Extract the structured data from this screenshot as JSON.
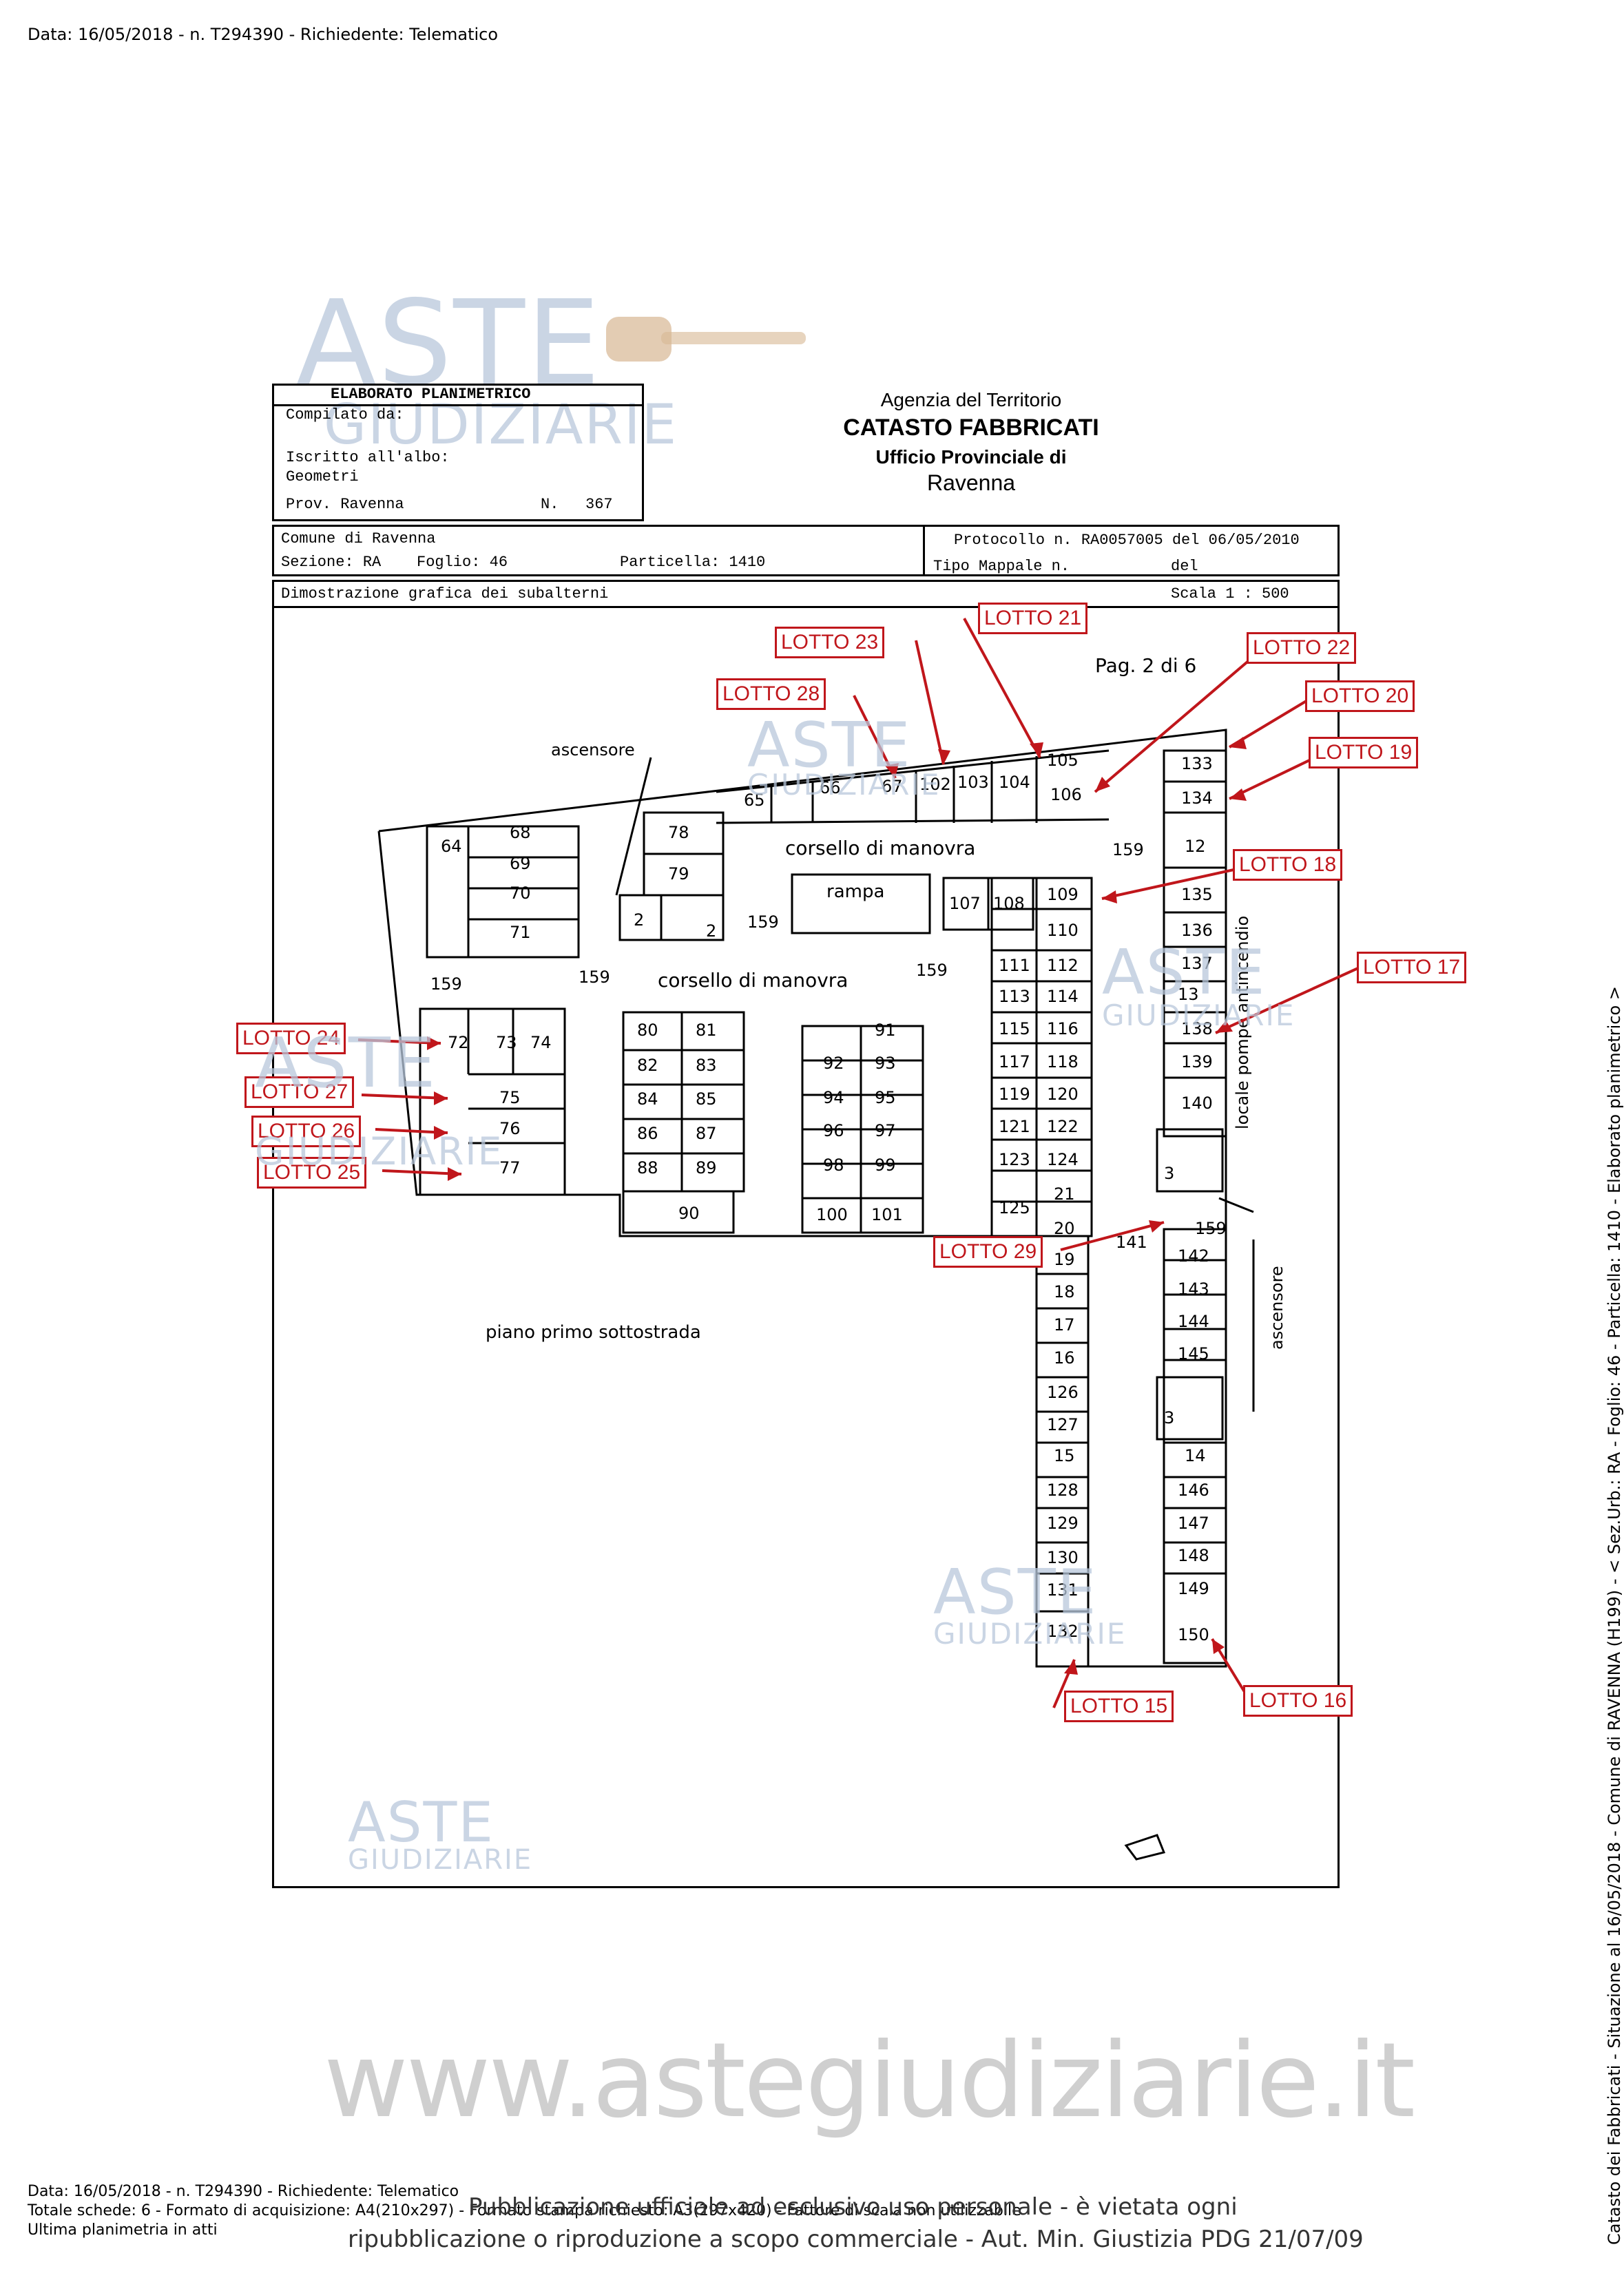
{
  "top_header": "Data: 16/05/2018 - n. T294390 - Richiedente: Telematico",
  "form": {
    "title": "ELABORATO PLANIMETRICO",
    "compiled_by": "Compilato da:",
    "registered_label": "Iscritto all'albo:",
    "registered_value": "Geometri",
    "province": "Prov. Ravenna",
    "number_label": "N.",
    "number_value": "367",
    "comune": "Comune di Ravenna",
    "sezione": "Sezione: RA",
    "foglio": "Foglio: 46",
    "particella": "Particella: 1410",
    "protocollo": "Protocollo n. RA0057005 del 06/05/2010",
    "tipo_mappale": "Tipo Mappale n.",
    "del": "del",
    "dimostrazione": "Dimostrazione grafica dei subalterni",
    "scala": "Scala 1 : 500"
  },
  "agency": {
    "line1": "Agenzia del Territorio",
    "line2": "CATASTO FABBRICATI",
    "line3": "Ufficio Provinciale di",
    "line4": "Ravenna"
  },
  "watermark": {
    "aste": "ASTE",
    "giudiziarie": "GIUDIZIARIE",
    "url": "www.astegiudiziarie.it"
  },
  "plan": {
    "page": "Pag. 2 di 6",
    "floor_label": "piano primo sottostrada",
    "corsello1": "corsello di manovra",
    "corsello2": "corsello di manovra",
    "rampa": "rampa",
    "ascensore1": "ascensore",
    "ascensore2": "ascensore",
    "locale_pompe": "locale pompe antincendio",
    "locale_pompe_num": "159",
    "units": [
      "64",
      "65",
      "66",
      "67",
      "68",
      "69",
      "70",
      "71",
      "72",
      "73",
      "74",
      "75",
      "76",
      "77",
      "78",
      "79",
      "80",
      "81",
      "82",
      "83",
      "84",
      "85",
      "86",
      "87",
      "88",
      "89",
      "90",
      "91",
      "92",
      "93",
      "94",
      "95",
      "96",
      "97",
      "98",
      "99",
      "100",
      "101",
      "102",
      "103",
      "104",
      "105",
      "106",
      "107",
      "108",
      "109",
      "110",
      "111",
      "112",
      "113",
      "114",
      "115",
      "116",
      "117",
      "118",
      "119",
      "120",
      "121",
      "122",
      "123",
      "124",
      "125",
      "12",
      "13",
      "14",
      "15",
      "16",
      "17",
      "18",
      "19",
      "20",
      "21",
      "126",
      "127",
      "128",
      "129",
      "130",
      "131",
      "132",
      "133",
      "134",
      "135",
      "136",
      "137",
      "138",
      "139",
      "140",
      "141",
      "142",
      "143",
      "144",
      "145",
      "146",
      "147",
      "148",
      "149",
      "150",
      "159",
      "159",
      "159",
      "159",
      "159",
      "159",
      "2",
      "2",
      "3",
      "3"
    ]
  },
  "lotti": [
    "LOTTO 21",
    "LOTTO 23",
    "LOTTO 22",
    "LOTTO 28",
    "LOTTO 20",
    "LOTTO 19",
    "LOTTO 18",
    "LOTTO 17",
    "LOTTO 24",
    "LOTTO 27",
    "LOTTO 26",
    "LOTTO 25",
    "LOTTO 29",
    "LOTTO 15",
    "LOTTO 16"
  ],
  "sidebar": "Catasto dei Fabbricati - Situazione al 16/05/2018 - Comune di RAVENNA (H199) - < Sez.Urb.: RA - Foglio: 46 - Particella: 1410 - Elaborato planimetrico >",
  "footer": {
    "line1": "Data: 16/05/2018 - n. T294390 - Richiedente: Telematico",
    "line2": "Totale schede: 6 - Formato di acquisizione: A4(210x297) - Formato stampa richiesto: A3(297x420) - Fattore di scala non utilizzabile",
    "line3": "Ultima planimetria in atti",
    "publication1": "Pubblicazione ufficiale ad esclusivo uso personale - è vietata ogni",
    "publication2": "ripubblicazione o riproduzione a scopo commerciale - Aut. Min. Giustizia PDG 21/07/09"
  },
  "colors": {
    "lotto_red": "#c0161b",
    "watermark_blue": "#b9c8dc",
    "gavel_brown": "#c79a6a"
  }
}
